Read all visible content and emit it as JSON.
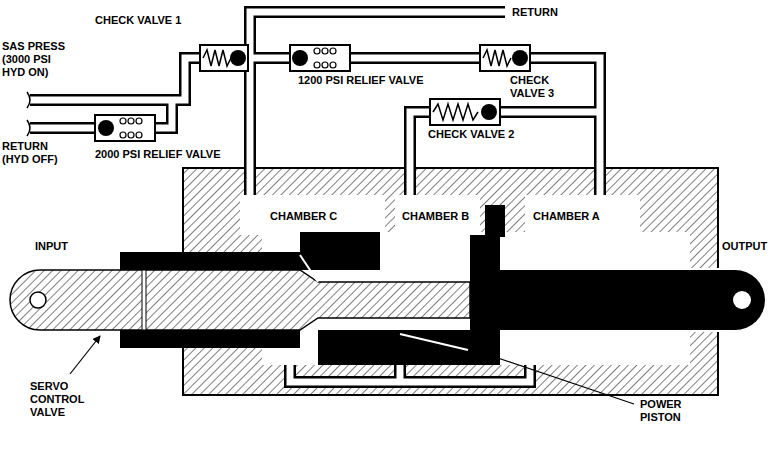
{
  "diagram": {
    "labels": [
      "CHECK VALVE 1",
      "SAS PRESS (3000 PSI HYD ON)",
      "RETURN (HYD OFF)",
      "2000 PSI RELIEF VALVE",
      "1200 PSI RELIEF VALVE",
      "RETURN",
      "CHECK VALVE 3",
      "CHECK VALVE 2",
      "CHAMBER C",
      "CHAMBER B",
      "CHAMBER A",
      "INPUT",
      "OUTPUT",
      "SERVO CONTROL VALVE",
      "POWER PISTON"
    ]
  }
}
